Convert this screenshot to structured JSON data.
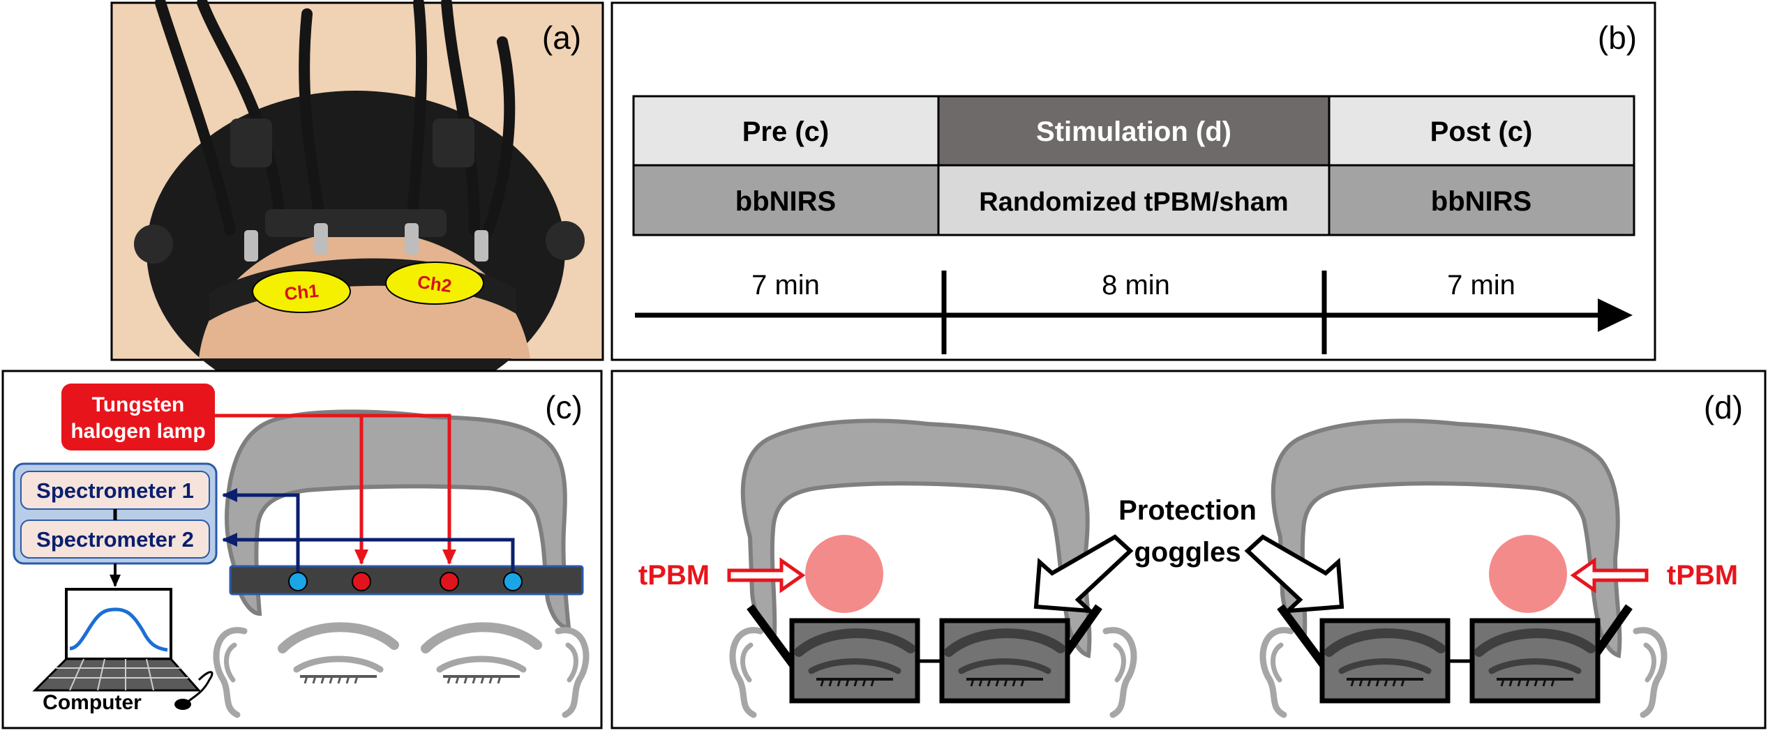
{
  "panels": {
    "a": {
      "label": "(a)",
      "ch1": "Ch1",
      "ch2": "Ch2"
    },
    "b": {
      "label": "(b)",
      "phases": [
        {
          "title": "Pre (c)",
          "method": "bbNIRS",
          "duration": "7 min"
        },
        {
          "title": "Stimulation (d)",
          "method": "Randomized tPBM/sham",
          "duration": "8 min"
        },
        {
          "title": "Post (c)",
          "method": "bbNIRS",
          "duration": "7 min"
        }
      ]
    },
    "c": {
      "label": "(c)",
      "lamp_line1": "Tungsten",
      "lamp_line2": "halogen lamp",
      "spectrometer1": "Spectrometer 1",
      "spectrometer2": "Spectrometer  2",
      "computer": "Computer"
    },
    "d": {
      "label": "(d)",
      "tpbm_left": "tPBM",
      "tpbm_right": "tPBM",
      "goggles_line1": "Protection",
      "goggles_line2": "goggles"
    }
  },
  "colors": {
    "red": "#e8141c",
    "navy": "#0a1f6e",
    "hair": "#a6a6a6",
    "hair_edge": "#7f7f7f",
    "spot": "#f48b8b",
    "table_light": "#e6e6e6",
    "table_dark": "#6e6a69",
    "table_mid": "#a3a3a3",
    "table_pale": "#d9d9d9",
    "lens": "#737373",
    "spec_box": "#b8cde8",
    "spec_inner": "#f5e3dc",
    "probe_bar": "#404040",
    "detector": "#1aa6e6",
    "source": "#e0141c",
    "skin": "#e8c8aa",
    "photo_bg": "#f0d2b4",
    "ellipse_fill": "#f5f000",
    "ellipse_text": "#d4141c"
  }
}
